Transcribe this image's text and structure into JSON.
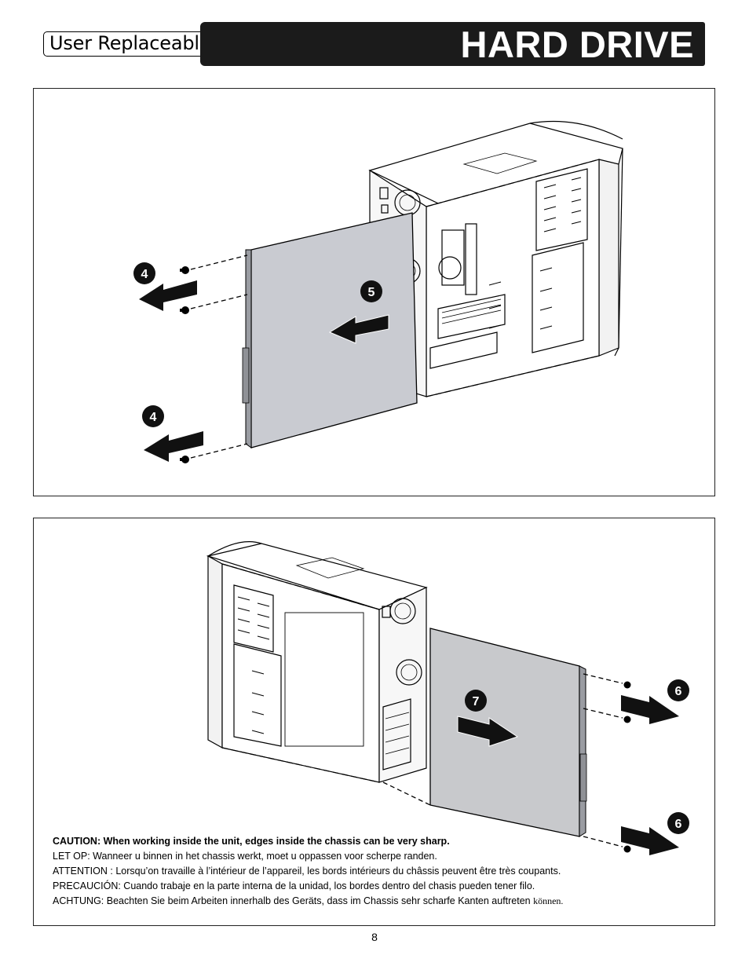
{
  "header": {
    "guide_label": "User Replaceable Parts Guide",
    "section_title": "HARD DRIVE"
  },
  "figure1": {
    "callouts": [
      "4",
      "5",
      "4"
    ]
  },
  "figure2": {
    "callouts": [
      "7",
      "6",
      "6"
    ]
  },
  "caution": {
    "en": "CAUTION: When working inside the unit, edges inside the chassis can be very sharp.",
    "nl": "LET OP: Wanneer u binnen in het chassis werkt, moet u oppassen voor scherpe randen.",
    "fr": "ATTENTION : Lorsqu’on travaille à l’intérieur de l’appareil, les bords intérieurs du châssis peuvent être très coupants.",
    "es": "PRECAUCIÓN: Cuando trabaje en la parte interna de la unidad, los bordes dentro del chasis pueden tener filo.",
    "de_main": "ACHTUNG: Beachten Sie beim Arbeiten innerhalb des Geräts, dass im Chassis sehr scharfe Kanten auftreten ",
    "de_tail": "können."
  },
  "footer": {
    "page_number": "8"
  }
}
